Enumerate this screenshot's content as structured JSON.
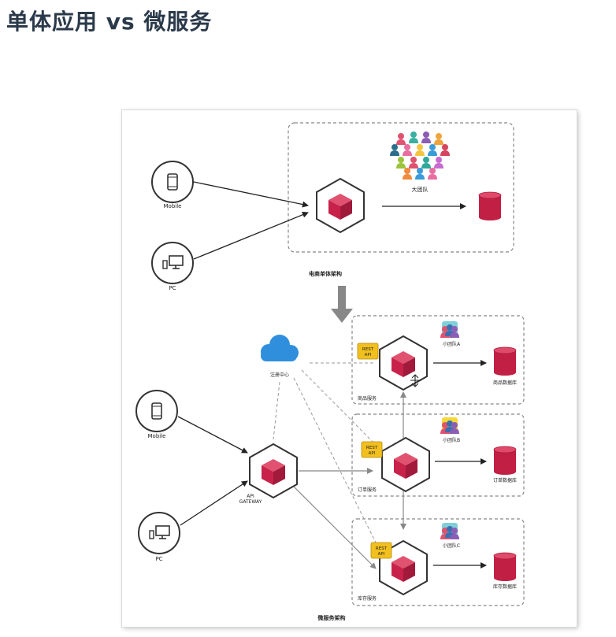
{
  "page": {
    "title": "单体应用 vs 微服务"
  },
  "monolith": {
    "clients": [
      {
        "label": "Mobile"
      },
      {
        "label": "PC"
      }
    ],
    "team_label": "大团队",
    "caption": "电商单体架构"
  },
  "microservices": {
    "clients": [
      {
        "label": "Mobile"
      },
      {
        "label": "PC"
      }
    ],
    "registry_label": "注册中心",
    "gateway_label_1": "API",
    "gateway_label_2": "GATEWAY",
    "rest_api_1": "REST",
    "rest_api_2": "API",
    "services": [
      {
        "team": "小团队A",
        "service": "商品服务",
        "db": "商品数据库"
      },
      {
        "team": "小团队B",
        "service": "订单服务",
        "db": "订单数据库"
      },
      {
        "team": "小团队C",
        "service": "库存服务",
        "db": "库存数据库"
      }
    ],
    "caption": "微服务架构"
  },
  "colors": {
    "cube_red": "#c8224a",
    "db_red": "#c21f45",
    "rest_badge": "#f2c01e",
    "cloud_blue": "#2f8fdd",
    "line": "#222222",
    "dashed": "#999999"
  }
}
